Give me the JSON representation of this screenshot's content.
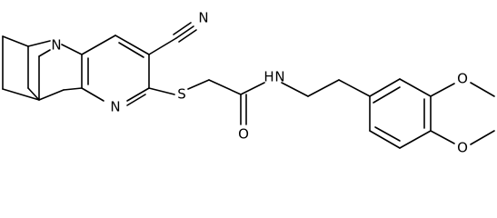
{
  "molecule": {
    "atoms": {
      "n_bridgehead": "N",
      "n_cyano": "N",
      "n_ring": "N",
      "s_thioether": "S",
      "o_carbonyl": "O",
      "nh_amide": "N",
      "h_amide": "H",
      "o_methoxy_top": "O",
      "o_methoxy_bottom": "O"
    },
    "colors": {
      "ink": "#000000",
      "background": "#ffffff"
    }
  }
}
